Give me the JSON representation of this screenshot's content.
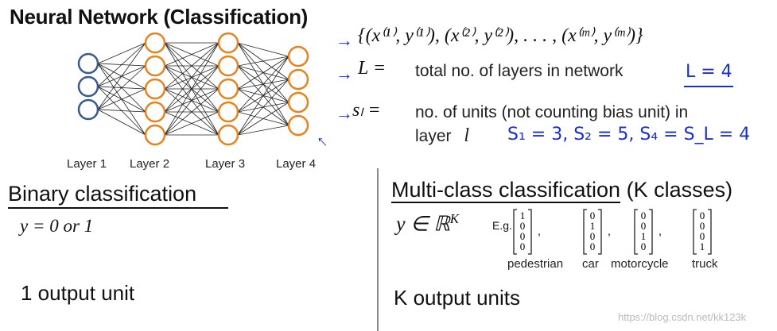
{
  "title": "Neural Network (Classification)",
  "training_set": "{(x⁽¹⁾, y⁽¹⁾), (x⁽²⁾, y⁽²⁾), . . . , (x⁽ᵐ⁾, y⁽ᵐ⁾)}",
  "L_symbol": "L =",
  "L_desc": "total no. of layers in network",
  "L_value": "L = 4",
  "s_symbol": "sₗ =",
  "s_desc_line1": "no. of units (not counting bias unit) in",
  "s_desc_line2": "layer",
  "s_desc_var": "l",
  "s_values": "S₁ = 3,  S₂ = 5,  S₄ = S_L = 4",
  "network": {
    "layers": [
      {
        "label": "Layer 1",
        "units": 3,
        "color": "#3a5a8a"
      },
      {
        "label": "Layer 2",
        "units": 5,
        "color": "#e8821e"
      },
      {
        "label": "Layer 3",
        "units": 5,
        "color": "#e8821e"
      },
      {
        "label": "Layer 4",
        "units": 4,
        "color": "#e8821e"
      }
    ]
  },
  "binary": {
    "heading": "Binary classification",
    "y_expr": "y = 0 or 1",
    "output": "1 output unit"
  },
  "multi": {
    "heading": "Multi-class classification",
    "heading_suffix": "(K classes)",
    "y_expr": "y ∈ ℝ",
    "y_sup": "K",
    "eg": "E.g.",
    "vectors": [
      {
        "values": [
          "1",
          "0",
          "0",
          "0"
        ],
        "label": "pedestrian"
      },
      {
        "values": [
          "0",
          "1",
          "0",
          "0"
        ],
        "label": "car"
      },
      {
        "values": [
          "0",
          "0",
          "1",
          "0"
        ],
        "label": "motorcycle"
      },
      {
        "values": [
          "0",
          "0",
          "0",
          "1"
        ],
        "label": "truck"
      }
    ],
    "output": "K output units"
  },
  "watermark": "https://blog.csdn.net/kk123k",
  "annotation_color": "#1a2fd0"
}
